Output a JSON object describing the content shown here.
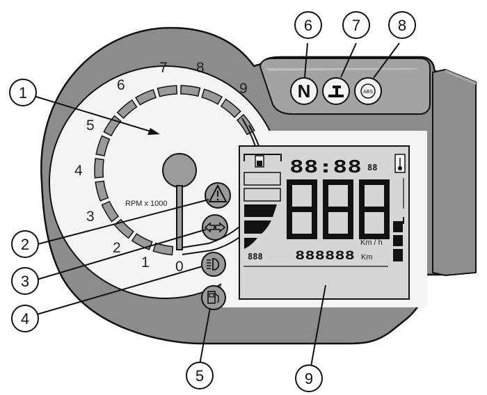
{
  "callouts": [
    {
      "num": "1",
      "target": "tachometer"
    },
    {
      "num": "2",
      "target": "general-warning-light"
    },
    {
      "num": "3",
      "target": "turn-signal-light"
    },
    {
      "num": "4",
      "target": "high-beam-light"
    },
    {
      "num": "5",
      "target": "fuel-reserve-light"
    },
    {
      "num": "6",
      "target": "neutral-light"
    },
    {
      "num": "7",
      "target": "oil-pressure-light"
    },
    {
      "num": "8",
      "target": "abs-light"
    },
    {
      "num": "9",
      "target": "lcd-display"
    }
  ],
  "tachometer": {
    "scale": [
      "0",
      "1",
      "2",
      "3",
      "4",
      "5",
      "6",
      "7",
      "8",
      "9"
    ],
    "unit_label": "RPM x 1000"
  },
  "indicators": {
    "neutral": "N",
    "abs": "ABS"
  },
  "lcd": {
    "clock": "88:88",
    "clock_suffix": "88",
    "speed": "888",
    "speed_unit": "Km / h",
    "odometer": "888888",
    "odometer_unit": "Km",
    "trip_prefix": "888"
  },
  "colors": {
    "housing": "#8a8a8a",
    "dial_face": "#f4f4f4",
    "lcd_bg": "#d6d6d6",
    "light_bg": "#9a9a9a",
    "outline": "#111111"
  }
}
